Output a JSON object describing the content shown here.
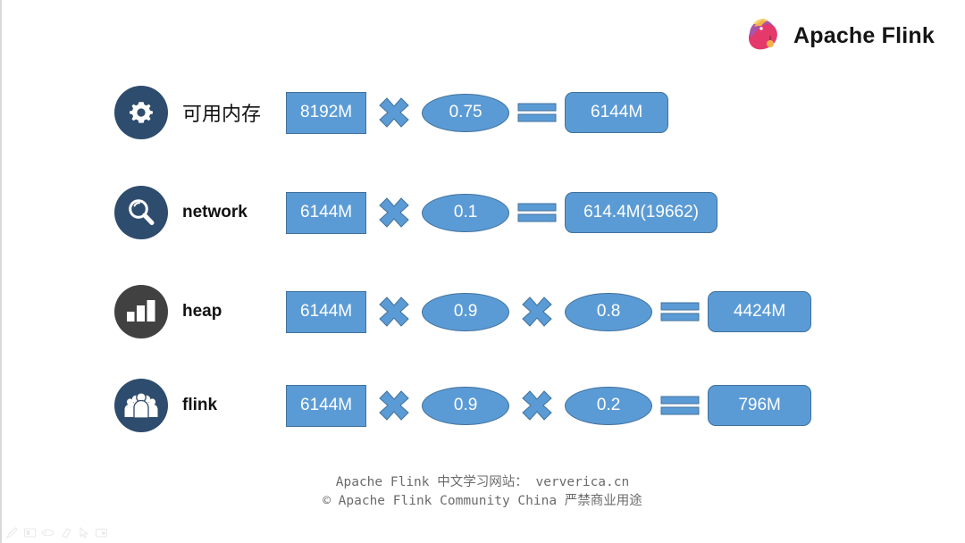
{
  "brand": {
    "name": "Apache Flink",
    "logo_icon": "flink-squirrel-logo",
    "logo_colors": [
      "#e5396b",
      "#a855a8",
      "#f2b24a"
    ]
  },
  "theme": {
    "chip_fill": "#5b9bd5",
    "chip_border": "#41719c",
    "badge_navy": "#2e4c6d",
    "badge_gray": "#414141",
    "text_on_chip": "#ffffff",
    "footer_text": "#6b6b6b"
  },
  "rows": [
    {
      "icon": "gear-icon",
      "icon_style": "navy",
      "label": "可用内存",
      "label_is_cjk": true,
      "expression": [
        {
          "kind": "rect",
          "text": "8192M"
        },
        {
          "kind": "times"
        },
        {
          "kind": "ellipse",
          "text": "0.75"
        },
        {
          "kind": "equals"
        },
        {
          "kind": "round",
          "text": "6144M"
        }
      ]
    },
    {
      "icon": "magnifier-icon",
      "icon_style": "navy",
      "label": "network",
      "label_is_cjk": false,
      "expression": [
        {
          "kind": "rect",
          "text": "6144M"
        },
        {
          "kind": "times"
        },
        {
          "kind": "ellipse",
          "text": "0.1"
        },
        {
          "kind": "equals"
        },
        {
          "kind": "round",
          "text": "614.4M(19662)"
        }
      ]
    },
    {
      "icon": "bar-chart-icon",
      "icon_style": "gray",
      "label": "heap",
      "label_is_cjk": false,
      "expression": [
        {
          "kind": "rect",
          "text": "6144M"
        },
        {
          "kind": "times"
        },
        {
          "kind": "ellipse",
          "text": "0.9"
        },
        {
          "kind": "times"
        },
        {
          "kind": "ellipse",
          "text": "0.8"
        },
        {
          "kind": "equals"
        },
        {
          "kind": "round",
          "text": "4424M"
        }
      ]
    },
    {
      "icon": "people-group-icon",
      "icon_style": "navy",
      "label": "flink",
      "label_is_cjk": false,
      "expression": [
        {
          "kind": "rect",
          "text": "6144M"
        },
        {
          "kind": "times"
        },
        {
          "kind": "ellipse",
          "text": "0.9"
        },
        {
          "kind": "times"
        },
        {
          "kind": "ellipse",
          "text": "0.2"
        },
        {
          "kind": "equals"
        },
        {
          "kind": "round",
          "text": "796M"
        }
      ]
    }
  ],
  "footer": {
    "line1": "Apache Flink 中文学习网站： ververica.cn",
    "line2": "© Apache Flink Community China  严禁商业用途"
  },
  "annotation_toolbar": {
    "tools": [
      "pen-icon",
      "slide-thumbnail-icon",
      "highlighter-icon",
      "eraser-icon",
      "cursor-arrow-icon",
      "screen-options-icon"
    ]
  }
}
